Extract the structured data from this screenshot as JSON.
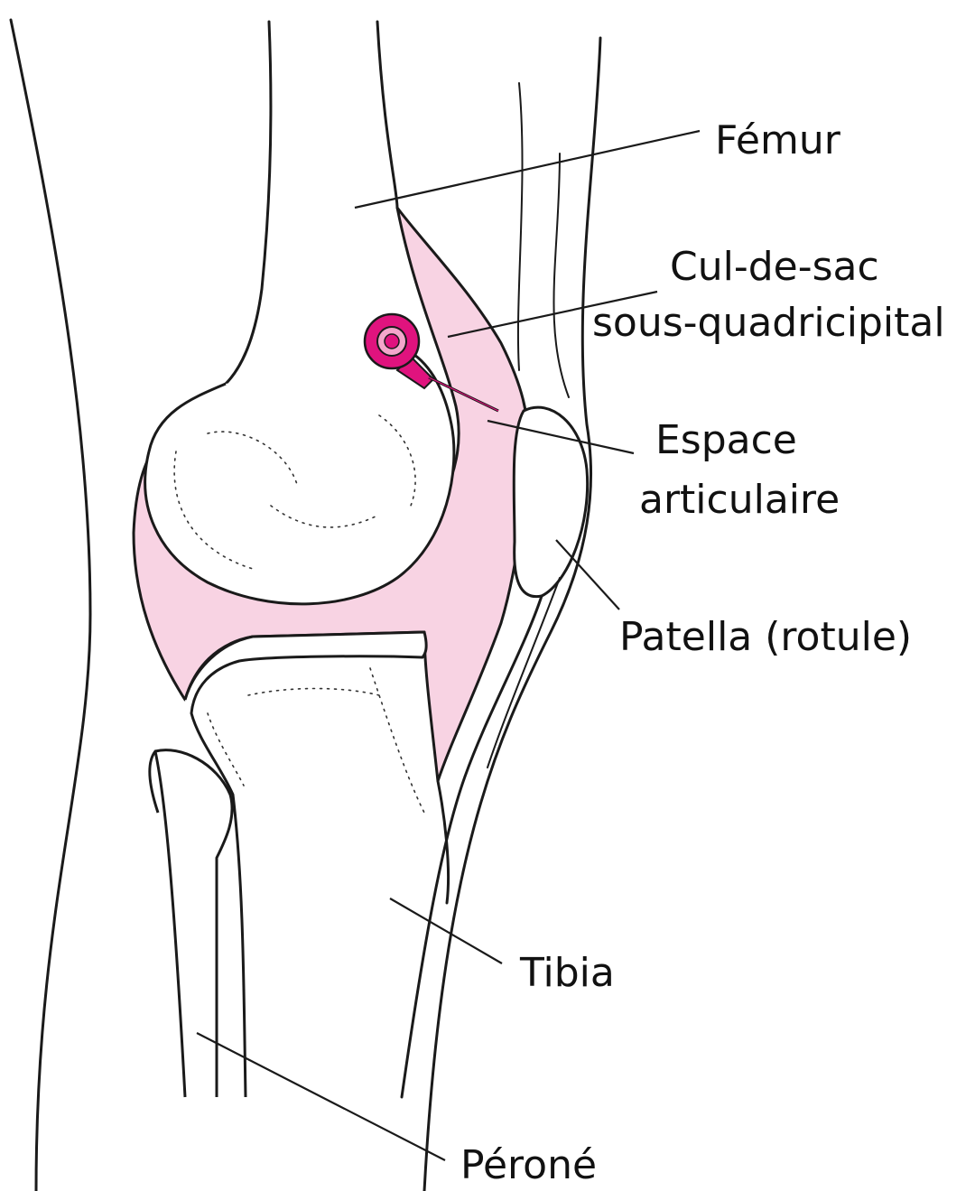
{
  "colors": {
    "joint_space": "#f8d3e3",
    "needle": "#e0137e",
    "line": "#1a1a1a",
    "background": "#ffffff"
  },
  "icons": [
    "syringe-needle-icon"
  ],
  "labels": {
    "femur": "Fémur",
    "cul_de_sac_line1": "Cul-de-sac",
    "cul_de_sac_line2": "sous-quadricipital",
    "espace_line1": "Espace",
    "espace_line2": "articulaire",
    "patella": "Patella (rotule)",
    "tibia": "Tibia",
    "perone": "Péroné"
  }
}
